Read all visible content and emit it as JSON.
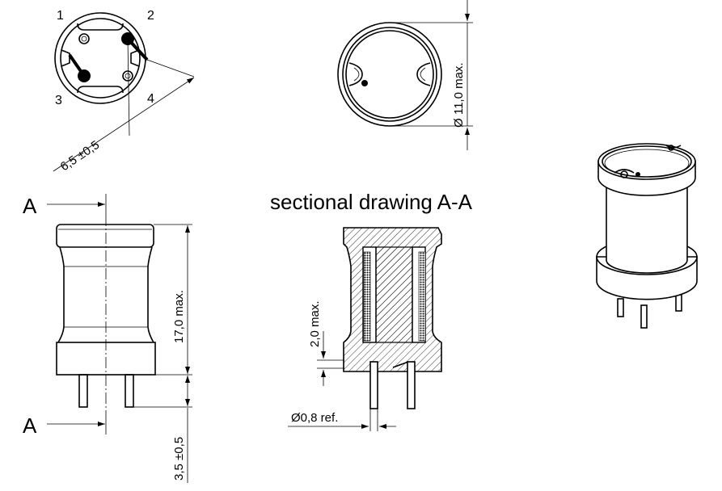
{
  "pins": {
    "p1": "1",
    "p2": "2",
    "p3": "3",
    "p4": "4"
  },
  "dimensions": {
    "pin_spacing": "6,5 ±0,5",
    "diameter": "Ø 11,0 max.",
    "height": "17,0 max.",
    "gap": "2,0 max.",
    "pin_diameter": "Ø0,8 ref.",
    "pin_length": "3,5 ±0,5"
  },
  "section": {
    "title": "sectional drawing A-A",
    "marker_top": "A",
    "marker_bottom": "A"
  },
  "colors": {
    "line": "#000000",
    "background": "#ffffff"
  }
}
